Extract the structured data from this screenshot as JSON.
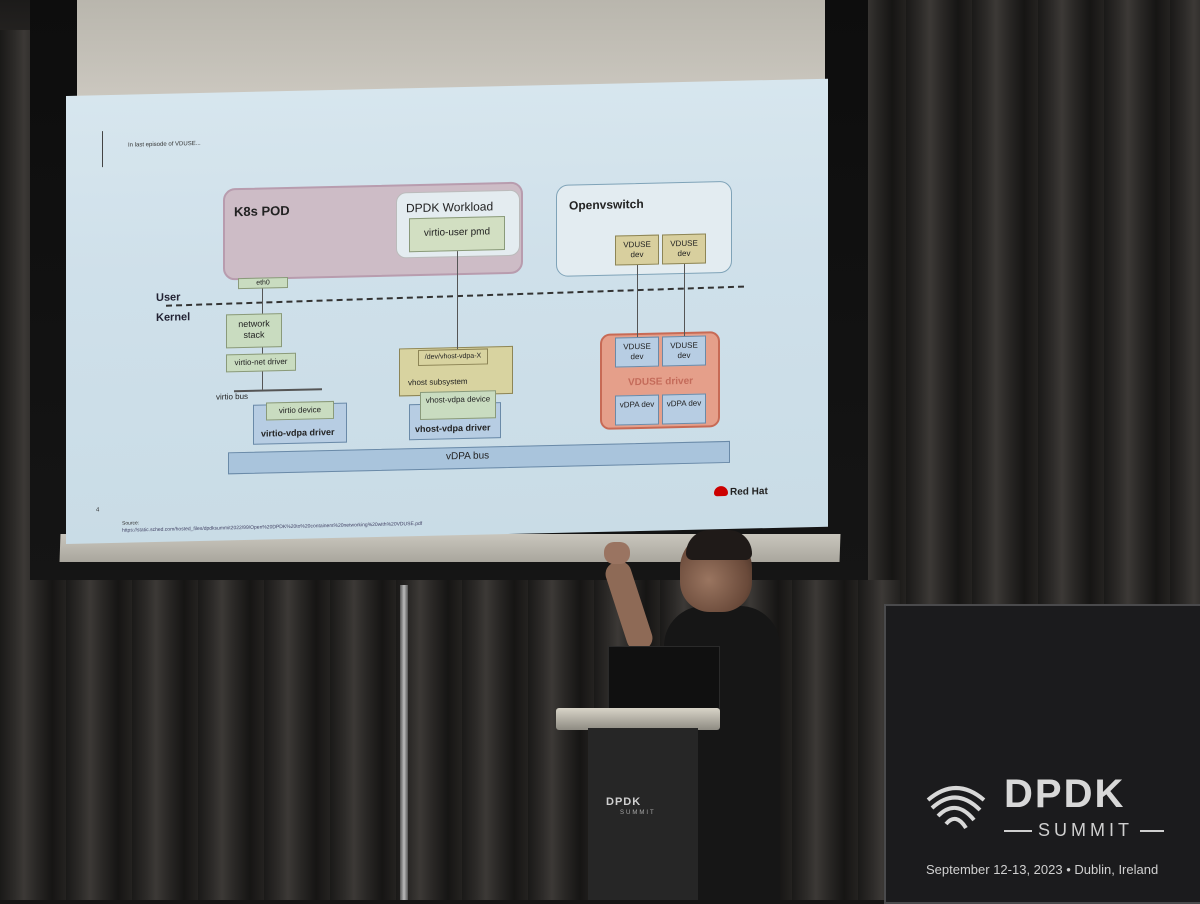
{
  "slide": {
    "title": "In last episode of VDUSE...",
    "k8s_pod": "K8s POD",
    "dpdk_workload": "DPDK Workload",
    "virtio_user_pmd": "virtio-user pmd",
    "openvswitch": "Openvswitch",
    "vduse_dev": "VDUSE dev",
    "eth0": "eth0",
    "user": "User",
    "kernel": "Kernel",
    "network_stack": "network stack",
    "virtio_net_driver": "virtio-net driver",
    "virtio_bus": "virtio bus",
    "virtio_device": "virtio device",
    "virtio_vdpa_driver": "virtio-vdpa driver",
    "dev_vhost_vdpa": "/dev/vhost-vdpa-X",
    "vhost_subsystem": "vhost subsystem",
    "vhost_vdpa_device": "vhost-vdpa device",
    "vhost_vdpa_driver": "vhost-vdpa driver",
    "vduse_driver": "VDUSE driver",
    "vdpa_dev": "vDPA dev",
    "vdpa_bus": "vDPA bus",
    "page_number": "4",
    "source_label": "Source:",
    "source_url": "https://static.sched.com/hosted_files/dpdksummit2022/99/Open%20DPDK%20to%20containers%20networking%20with%20VDUSE.pdf",
    "brand": "Red Hat"
  },
  "podium": {
    "logo": "DPDK",
    "logo_sub": "SUMMIT"
  },
  "banner": {
    "title": "DPDK",
    "subtitle": "SUMMIT",
    "date_location": "September 12-13, 2023 • Dublin, Ireland"
  }
}
